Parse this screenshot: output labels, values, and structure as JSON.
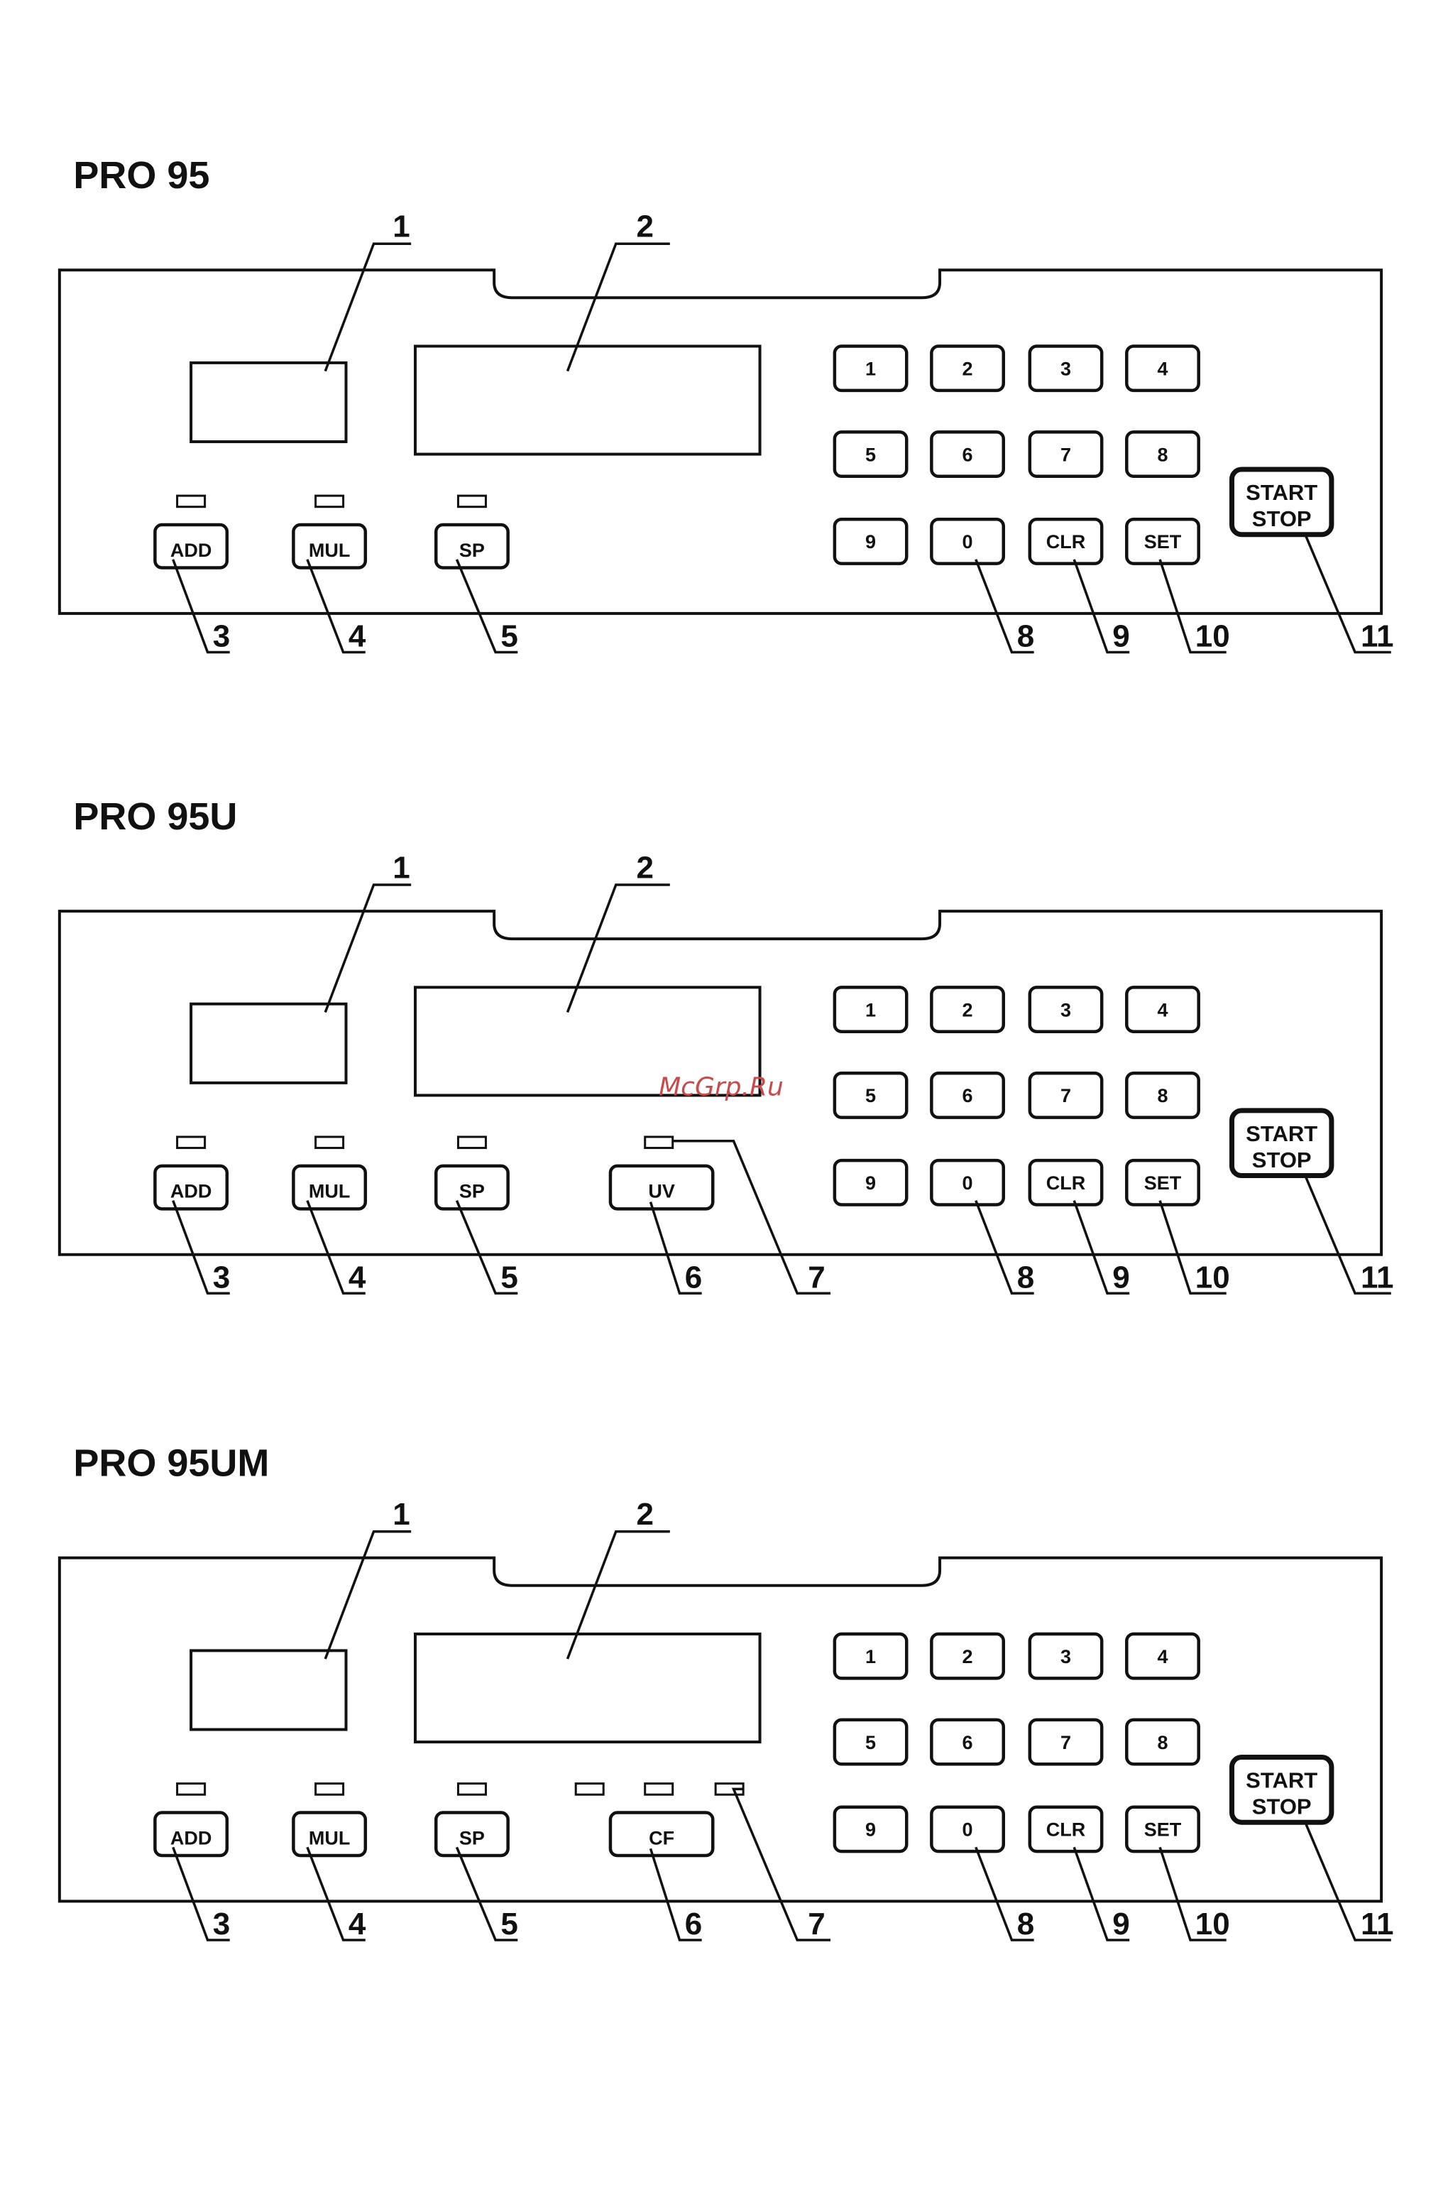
{
  "panels": [
    {
      "title": "PRO 95",
      "mode_keys": [
        "ADD",
        "MUL",
        "SP"
      ],
      "extra_key": "",
      "extra_leds": 0,
      "keypad": [
        "1",
        "2",
        "3",
        "4",
        "5",
        "6",
        "7",
        "8",
        "9",
        "0",
        "CLR",
        "SET"
      ],
      "start_stop": [
        "START",
        "STOP"
      ],
      "callouts_top": [
        "1",
        "2"
      ],
      "callouts_bottom": [
        "3",
        "4",
        "5",
        "8",
        "9",
        "10",
        "11"
      ]
    },
    {
      "title": "PRO 95U",
      "mode_keys": [
        "ADD",
        "MUL",
        "SP"
      ],
      "extra_key": "UV",
      "extra_leds": 1,
      "keypad": [
        "1",
        "2",
        "3",
        "4",
        "5",
        "6",
        "7",
        "8",
        "9",
        "0",
        "CLR",
        "SET"
      ],
      "start_stop": [
        "START",
        "STOP"
      ],
      "callouts_top": [
        "1",
        "2"
      ],
      "callouts_bottom": [
        "3",
        "4",
        "5",
        "6",
        "7",
        "8",
        "9",
        "10",
        "11"
      ]
    },
    {
      "title": "PRO 95UM",
      "mode_keys": [
        "ADD",
        "MUL",
        "SP"
      ],
      "extra_key": "CF",
      "extra_leds": 3,
      "keypad": [
        "1",
        "2",
        "3",
        "4",
        "5",
        "6",
        "7",
        "8",
        "9",
        "0",
        "CLR",
        "SET"
      ],
      "start_stop": [
        "START",
        "STOP"
      ],
      "callouts_top": [
        "1",
        "2"
      ],
      "callouts_bottom": [
        "3",
        "4",
        "5",
        "6",
        "7",
        "8",
        "9",
        "10",
        "11"
      ]
    }
  ],
  "watermark": "McGrp.Ru",
  "colors": {
    "ink": "#111111",
    "watermark": "#c84a4a",
    "background": "#ffffff"
  }
}
